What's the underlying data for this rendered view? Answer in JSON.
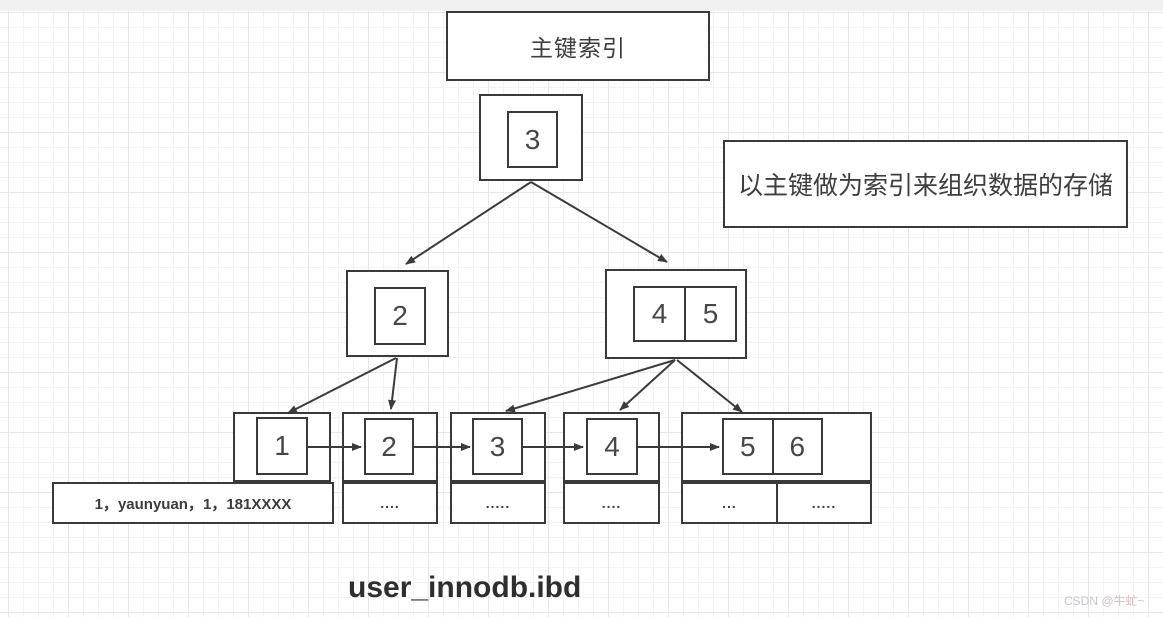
{
  "diagram": {
    "title": "主键索引",
    "note": "以主键做为索引来组织数据的存储",
    "file_label": "user_innodb.ibd",
    "watermark": {
      "site": "CSDN ",
      "author": "@牛虻~"
    },
    "tree": {
      "root": {
        "keys": [
          "3"
        ]
      },
      "internal": [
        {
          "keys": [
            "2"
          ]
        },
        {
          "keys": [
            "4",
            "5"
          ]
        }
      ],
      "leaves": [
        {
          "keys": [
            "1"
          ],
          "rows": [
            "1，yaunyuan，1，181XXXX"
          ]
        },
        {
          "keys": [
            "2"
          ],
          "rows": [
            "...."
          ]
        },
        {
          "keys": [
            "3"
          ],
          "rows": [
            "....."
          ]
        },
        {
          "keys": [
            "4"
          ],
          "rows": [
            "...."
          ]
        },
        {
          "keys": [
            "5",
            "6"
          ],
          "rows": [
            "...",
            "....."
          ]
        }
      ]
    },
    "colors": {
      "shape_border": "#3a3a3a",
      "arrow": "#3b3b3b",
      "watermark_site": "#c5c7cc",
      "watermark_author": "#d7bec1"
    }
  }
}
